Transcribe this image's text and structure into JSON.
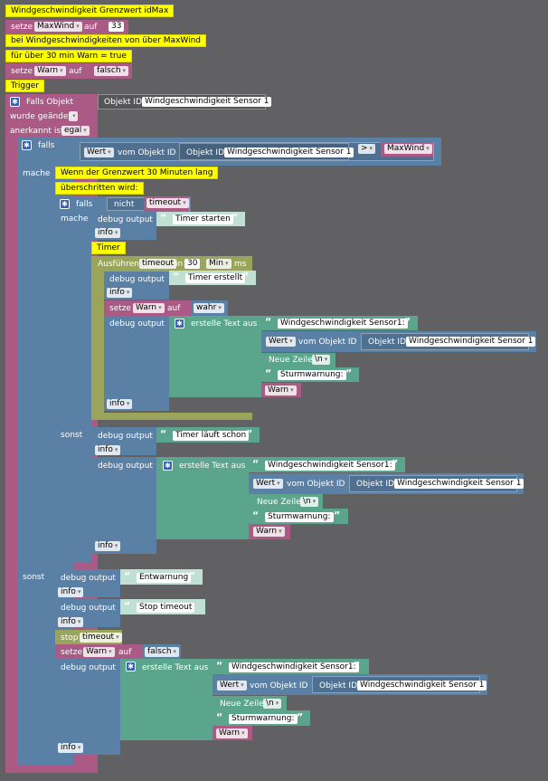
{
  "comments": {
    "title": "Windgeschwindigkeit Grenzwert idMax",
    "desc1": "bei Windgeschwindigkeiten von über MaxWind",
    "desc2": "für über 30 min Warn = true",
    "trigger": "Trigger",
    "c30a": "Wenn der Grenzwert 30 Minuten lang",
    "c30b": "überschritten wird:",
    "timer": "Timer"
  },
  "kw": {
    "setze": "setze",
    "auf": "auf",
    "falls_objekt": "Falls Objekt",
    "objekt_id": "Objekt ID",
    "wurde": "wurde geändert",
    "anerkannt": "anerkannt ist",
    "falls": "falls",
    "mache": "mache",
    "sonst": "sonst",
    "nicht": "nicht",
    "debug": "debug output",
    "vom_objekt_id": "vom Objekt ID",
    "ausfuehren": "Ausführen",
    "in": "in",
    "ms": "ms",
    "erstelle": "erstelle Text aus",
    "neue_zeile": "Neue Zeile",
    "stop": "stop"
  },
  "values": {
    "maxwind": "MaxWind",
    "v33": "33",
    "warn": "Warn",
    "falsch": "falsch",
    "wahr": "wahr",
    "egal": "egal",
    "sensor": "Windgeschwindigkeit Sensor 1",
    "wert": "Wert",
    "gt": ">",
    "timeout": "timeout",
    "v30": "30",
    "min": "Min",
    "info": "info",
    "nl": "\\n",
    "sensor_label_a": "Windgeschwindigkeit Sensor1: ",
    "sensor_label_b": "Windgeschwindigkeit Sensor1:",
    "sturm": "Sturmwarnung: "
  },
  "texts": {
    "timer_starten": "Timer starten",
    "timer_erstellt": "Timer erstellt",
    "timer_laeuft": "Timer läuft schon",
    "entwarnung": "Entwarnung",
    "stop_timeout": "Stop timeout"
  },
  "colors": {
    "background": "#616163",
    "variables": "#ab5a85",
    "logic": "#5b80a5",
    "text": "#5ba58c",
    "timer": "#9aa55b",
    "comment": "#ffff00"
  }
}
